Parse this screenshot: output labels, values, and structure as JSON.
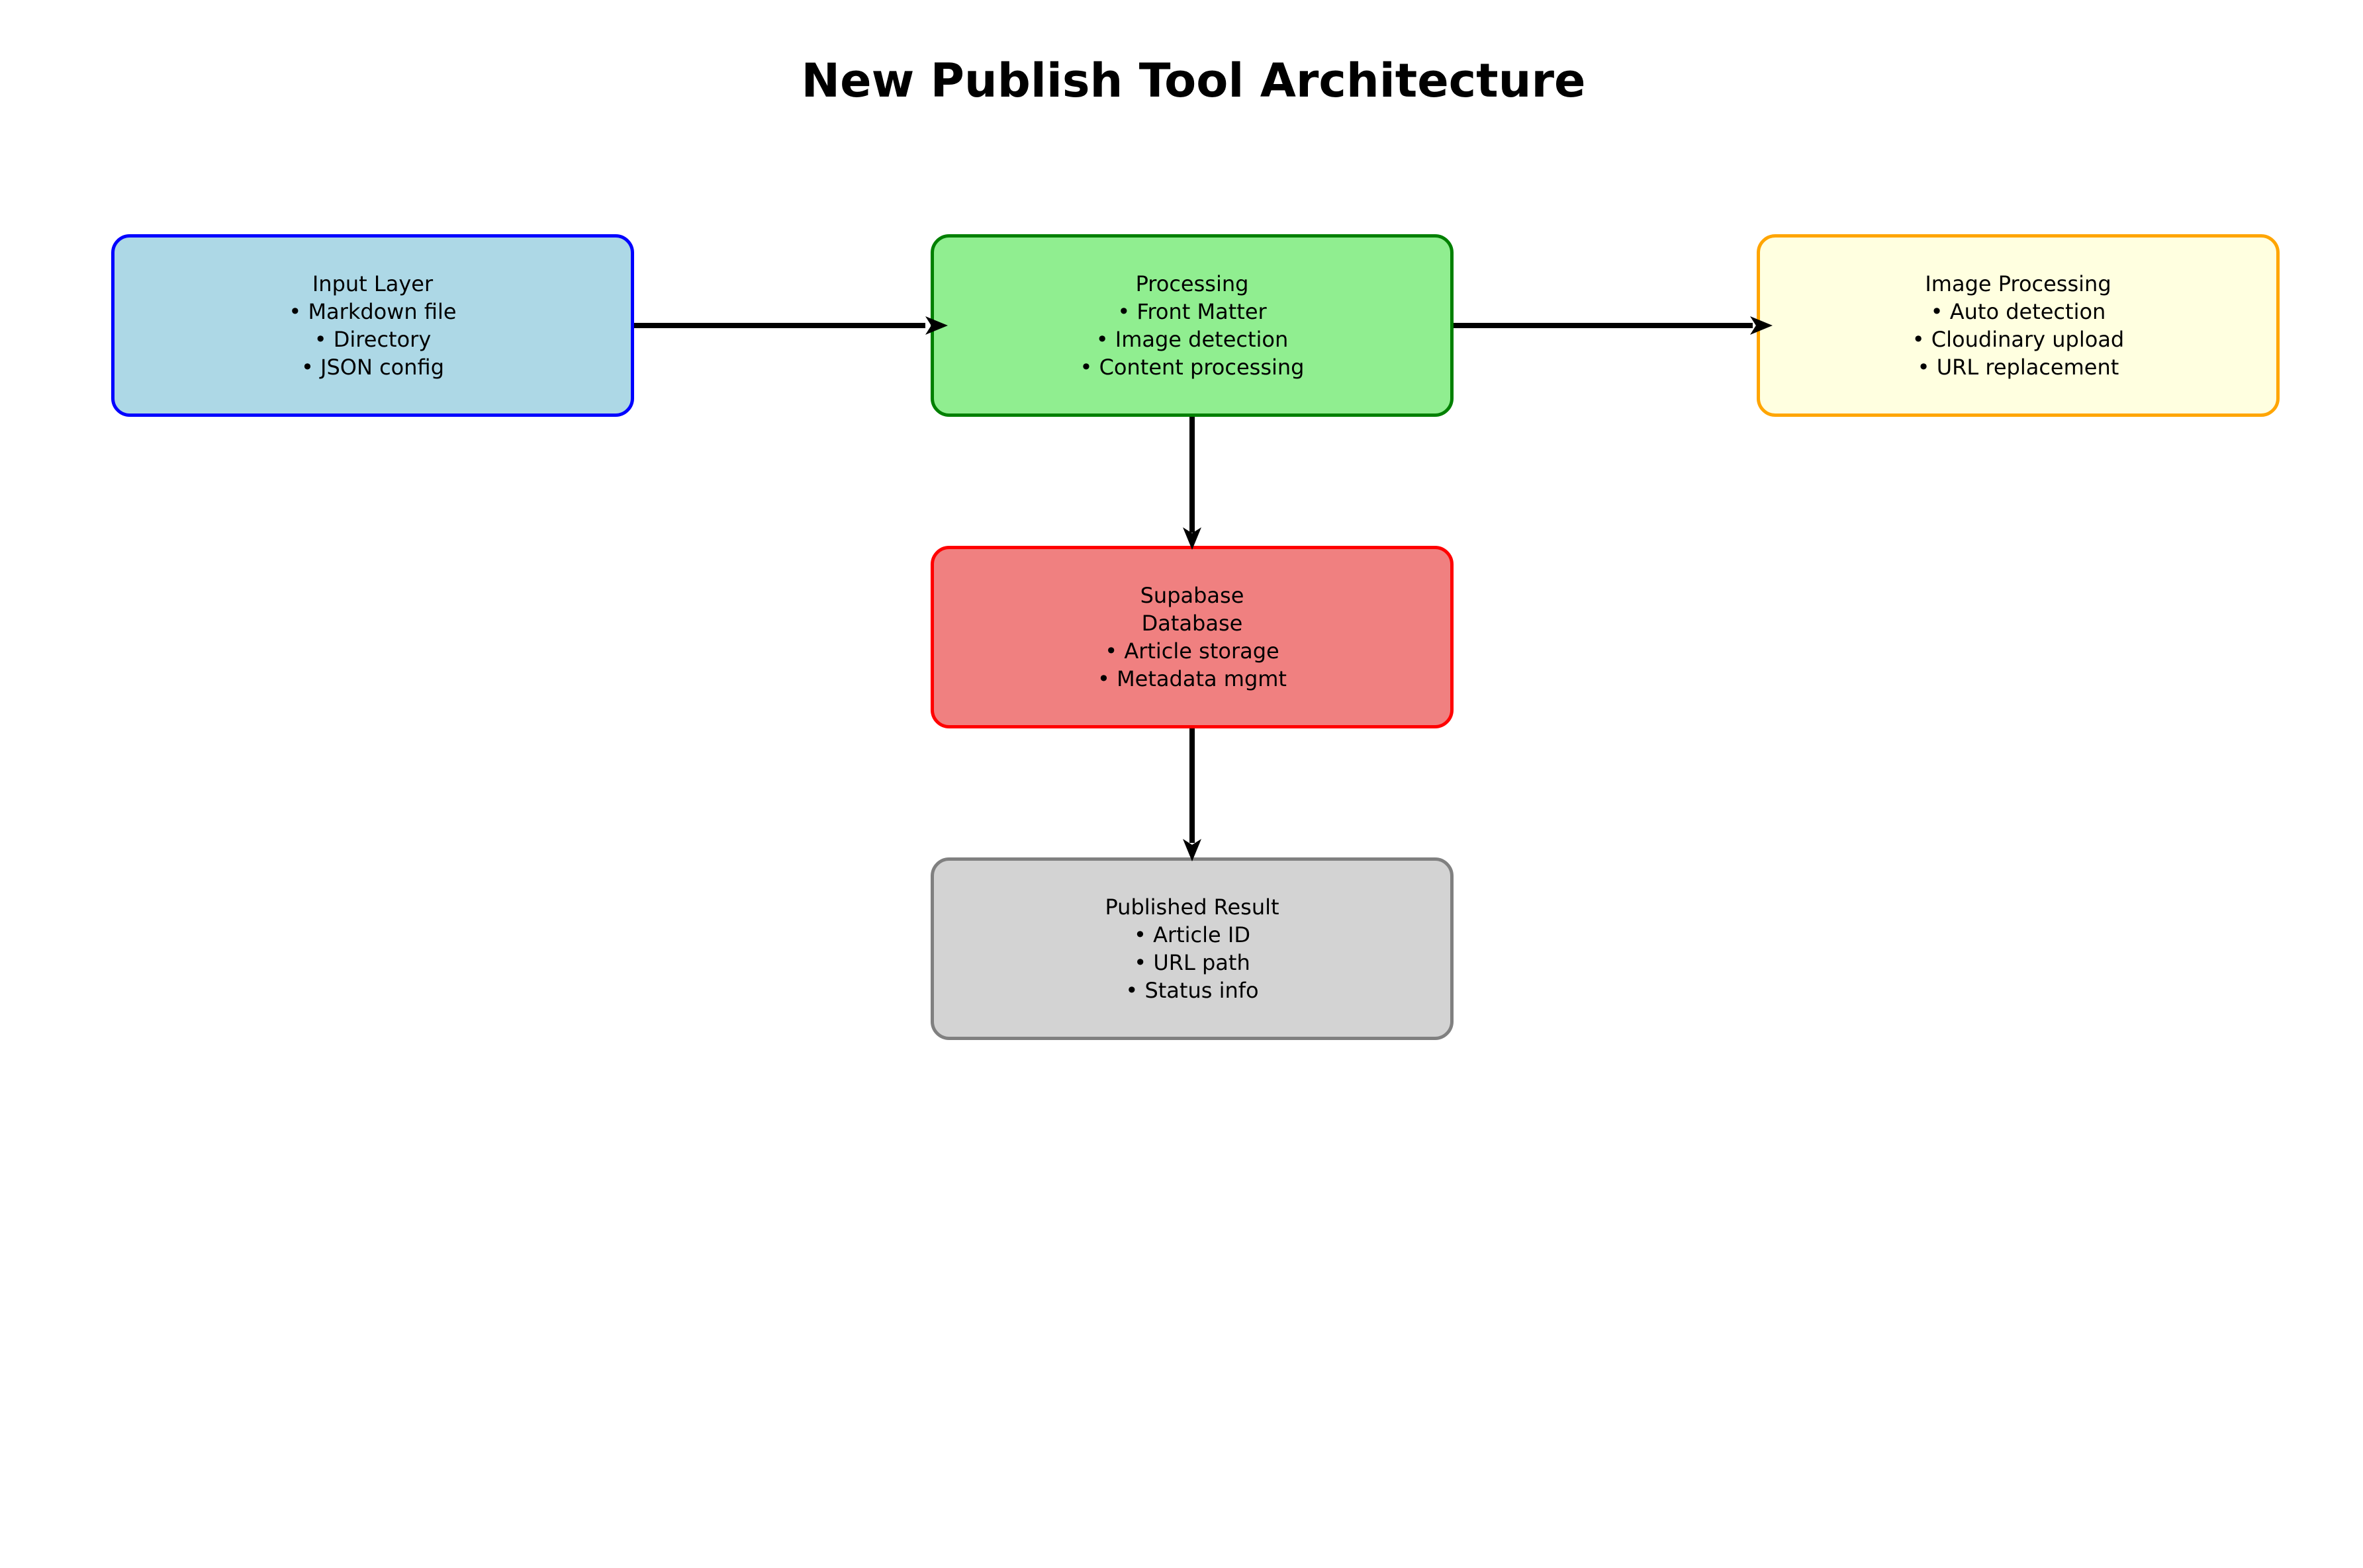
{
  "title": "New Publish Tool Architecture",
  "canvas": {
    "background": "#FFFFFF",
    "arrow_color": "#000000",
    "text_color": "#000000"
  },
  "nodes": [
    {
      "id": "input-layer",
      "lines": [
        "Input Layer",
        "• Markdown file",
        "• Directory",
        "• JSON config"
      ],
      "fill": "#ADD8E6",
      "border": "#0000FF"
    },
    {
      "id": "processing",
      "lines": [
        "Processing",
        "• Front Matter",
        "• Image detection",
        "• Content processing"
      ],
      "fill": "#90EE90",
      "border": "#008000"
    },
    {
      "id": "image-processing",
      "lines": [
        "Image Processing",
        "• Auto detection",
        "• Cloudinary upload",
        "• URL replacement"
      ],
      "fill": "#FFFFE0",
      "border": "#FFA500"
    },
    {
      "id": "supabase-database",
      "lines": [
        "Supabase",
        "Database",
        "• Article storage",
        "• Metadata mgmt"
      ],
      "fill": "#F08080",
      "border": "#FF0000"
    },
    {
      "id": "published-result",
      "lines": [
        "Published Result",
        "• Article ID",
        "• URL path",
        "• Status info"
      ],
      "fill": "#D3D3D3",
      "border": "#808080"
    }
  ],
  "edges": [
    {
      "from": "input-layer",
      "to": "processing",
      "direction": "right"
    },
    {
      "from": "processing",
      "to": "image-processing",
      "direction": "right"
    },
    {
      "from": "processing",
      "to": "supabase-database",
      "direction": "down"
    },
    {
      "from": "supabase-database",
      "to": "published-result",
      "direction": "down"
    }
  ]
}
